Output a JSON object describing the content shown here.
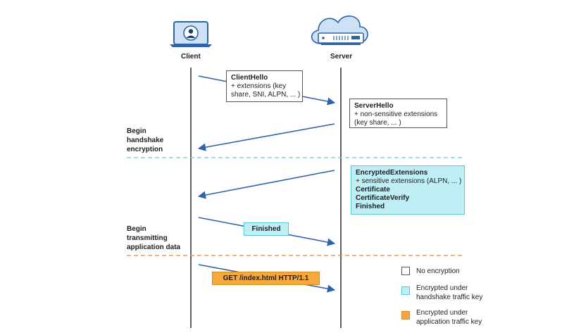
{
  "actors": {
    "client": {
      "label": "Client"
    },
    "server": {
      "label": "Server"
    }
  },
  "phases": {
    "handshake": [
      "Begin",
      "handshake",
      "encryption"
    ],
    "application": [
      "Begin",
      "transmitting",
      "application data"
    ]
  },
  "messages": {
    "client_hello": {
      "title": "ClientHello",
      "lines": [
        "+ extensions (key",
        "share, SNI, ALPN, ... )"
      ]
    },
    "server_hello": {
      "title": "ServerHello",
      "lines": [
        "+ non-sensitive extensions",
        "(key share, ... )"
      ]
    },
    "encrypted": {
      "title": "EncryptedExtensions",
      "line": "+ sensitive extensions (ALPN, ... )",
      "items": [
        "Certificate",
        "CertificateVerify",
        "Finished"
      ]
    },
    "finished": {
      "label": "Finished"
    },
    "get": {
      "label": "GET /index.html HTTP/1.1"
    }
  },
  "legend": {
    "none": {
      "label": "No encryption",
      "color": "#ffffff"
    },
    "handshake": {
      "label": [
        "Encrypted under",
        "handshake traffic key"
      ],
      "color": "#bfeef5"
    },
    "application": {
      "label": [
        "Encrypted under",
        "application traffic key"
      ],
      "color": "#f6a93b"
    }
  },
  "colors": {
    "arrow": "#2d64a8",
    "handshake_divider": "#6fc7cf",
    "application_divider": "#e8893a",
    "icon_blue": "#2d64a8",
    "icon_light": "#cfe2f5"
  }
}
